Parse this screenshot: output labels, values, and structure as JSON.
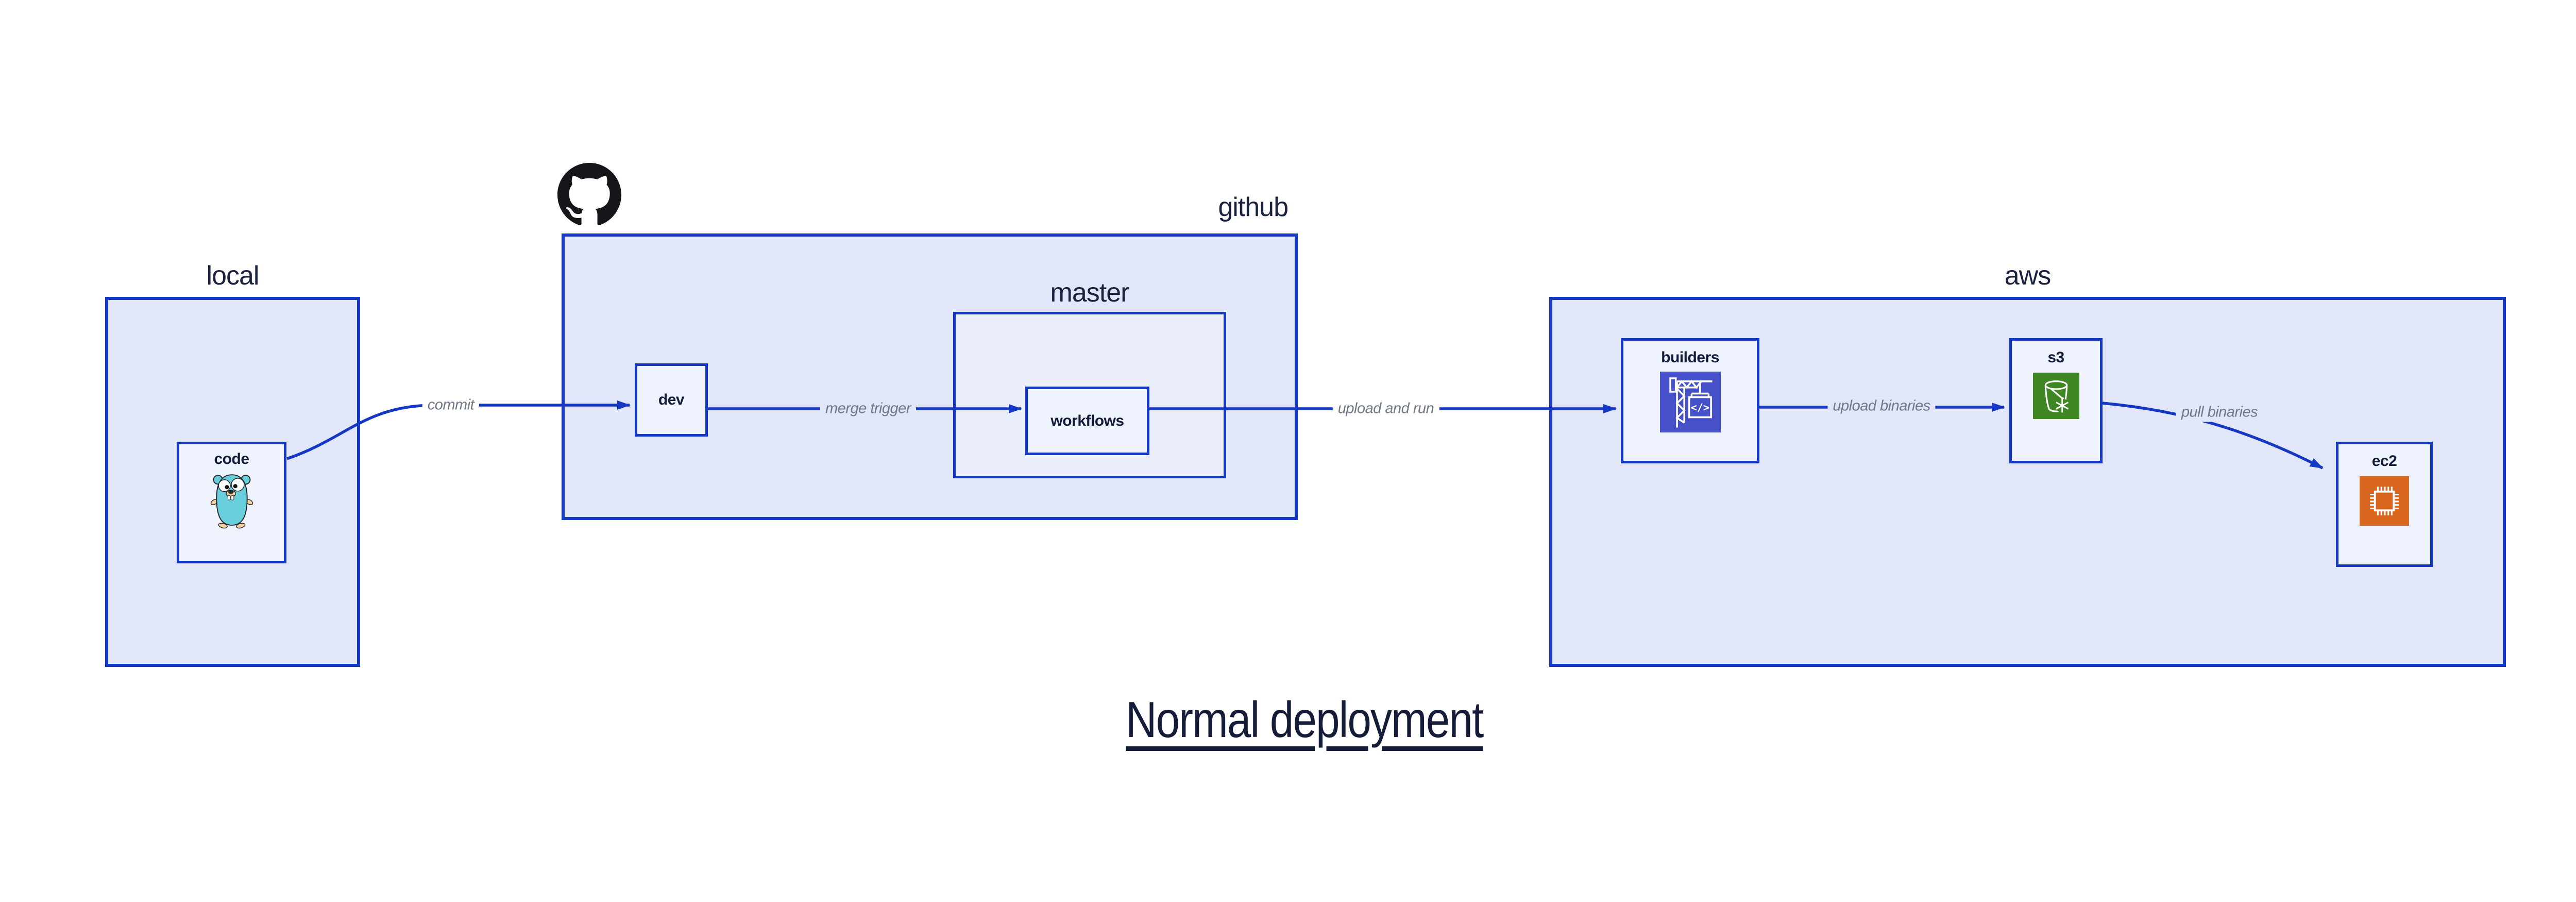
{
  "title": {
    "text": "Normal deployment"
  },
  "containers": {
    "local": {
      "label": "local"
    },
    "github": {
      "label": "github",
      "logo": "github-octocat-icon"
    },
    "master": {
      "label": "master"
    },
    "aws": {
      "label": "aws"
    }
  },
  "nodes": {
    "code": {
      "label": "code",
      "icon": "go-gopher-icon",
      "container": "local"
    },
    "dev": {
      "label": "dev",
      "container": "github"
    },
    "workflows": {
      "label": "workflows",
      "container": "master"
    },
    "builders": {
      "label": "builders",
      "icon": "aws-codebuild-crane-icon",
      "container": "aws"
    },
    "s3": {
      "label": "s3",
      "icon": "aws-s3-glacier-bucket-icon",
      "container": "aws"
    },
    "ec2": {
      "label": "ec2",
      "icon": "aws-ec2-chip-icon",
      "container": "aws"
    }
  },
  "edges": {
    "commit": {
      "label": "commit",
      "from": "code",
      "to": "dev"
    },
    "merge_trigger": {
      "label": "merge trigger",
      "from": "dev",
      "to": "workflows"
    },
    "upload_and_run": {
      "label": "upload and run",
      "from": "workflows",
      "to": "builders"
    },
    "upload_binaries": {
      "label": "upload binaries",
      "from": "builders",
      "to": "s3"
    },
    "pull_binaries": {
      "label": "pull binaries",
      "from": "s3",
      "to": "ec2"
    }
  },
  "colors": {
    "edge_blue": "#1438c4",
    "container_fill": "#e1e7f9",
    "master_fill": "#eaeffb",
    "node_fill": "#eff3fd",
    "edge_label_gray": "#707787",
    "text_navy": "#1a2240",
    "codebuild_indigo": "#4650c8",
    "s3_green": "#3f8624",
    "ec2_orange": "#d9671f",
    "gopher_teal": "#68cfdc",
    "octocat_black": "#15151a"
  }
}
